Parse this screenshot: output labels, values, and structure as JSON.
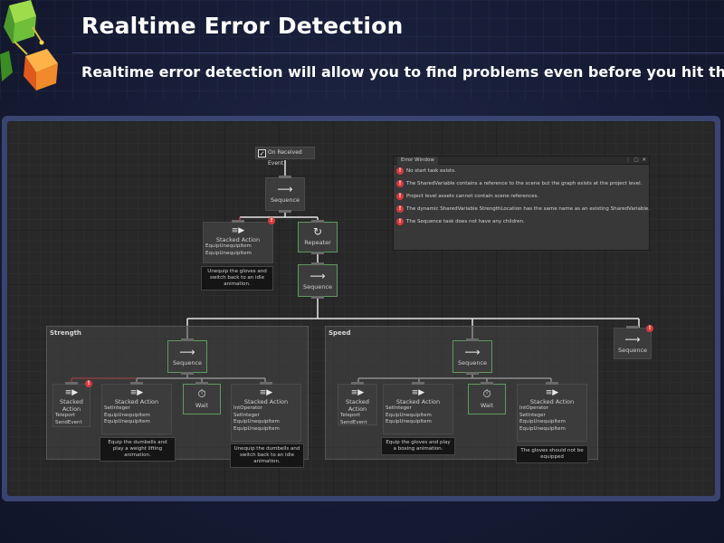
{
  "header": {
    "title": "Realtime Error Detection",
    "subtitle": "Realtime error detection will allow you to find problems even before you hit the play button."
  },
  "event": {
    "label": "On Received Event",
    "checked": true
  },
  "nodes": {
    "root_sequence": {
      "name": "Sequence",
      "icon": "arrow-right-icon"
    },
    "stacked_top": {
      "name": "Stacked Action",
      "icon": "list-play-icon",
      "tasks": [
        "EquipUnequipItem",
        "EquipUnequipItem"
      ]
    },
    "stacked_top_comment": "Unequip the gloves and switch back to an idle animation.",
    "repeater": {
      "name": "Repeater",
      "icon": "repeat-icon"
    },
    "sequence_mid": {
      "name": "Sequence",
      "icon": "arrow-right-icon"
    },
    "sequence_right": {
      "name": "Sequence",
      "icon": "arrow-right-icon"
    }
  },
  "groups": {
    "strength": {
      "title": "Strength",
      "sequence": "Sequence",
      "a": {
        "name": "Stacked Action",
        "tasks": [
          "Teleport",
          "SendEvent"
        ]
      },
      "b": {
        "name": "Stacked Action",
        "tasks": [
          "SetInteger",
          "EquipUnequipItem",
          "EquipUnequipItem"
        ],
        "comment": "Equip the dumbells and play a weight lifting animation."
      },
      "wait": "Wait",
      "c": {
        "name": "Stacked Action",
        "tasks": [
          "IntOperator",
          "SetInteger",
          "EquipUnequipItem",
          "EquipUnequipItem"
        ],
        "comment": "Unequip the dumbells and switch back to an idle animation."
      }
    },
    "speed": {
      "title": "Speed",
      "sequence": "Sequence",
      "a": {
        "name": "Stacked Action",
        "tasks": [
          "Teleport",
          "SendEvent"
        ]
      },
      "b": {
        "name": "Stacked Action",
        "tasks": [
          "SetInteger",
          "EquipUnequipItem",
          "EquipUnequipItem"
        ],
        "comment": "Equip the gloves and play a boxing animation."
      },
      "wait": "Wait",
      "c": {
        "name": "Stacked Action",
        "tasks": [
          "IntOperator",
          "SetInteger",
          "EquipUnequipItem",
          "EquipUnequipItem"
        ],
        "comment": "The gloves should not be equipped"
      }
    }
  },
  "error_window": {
    "title": "Error Window",
    "controls": "⋮ ▢ ✕",
    "errors": [
      "No start task exists.",
      "The SharedVariable  contains a reference to the scene but the graph exists at the project level.",
      "Project level assets cannot contain scene references.",
      "The dynamic SharedVariable StrengthLocation has the same name as an existing SharedVariable.",
      "The Sequence task does not have any children."
    ]
  },
  "error_badge": "!",
  "colors": {
    "background": "#161c36",
    "frame": "#3a4470",
    "error": "#d93a3a",
    "node_highlight": "#5d9c5d",
    "wire": "#e6e6e6",
    "wire_error": "#d93a3a"
  }
}
